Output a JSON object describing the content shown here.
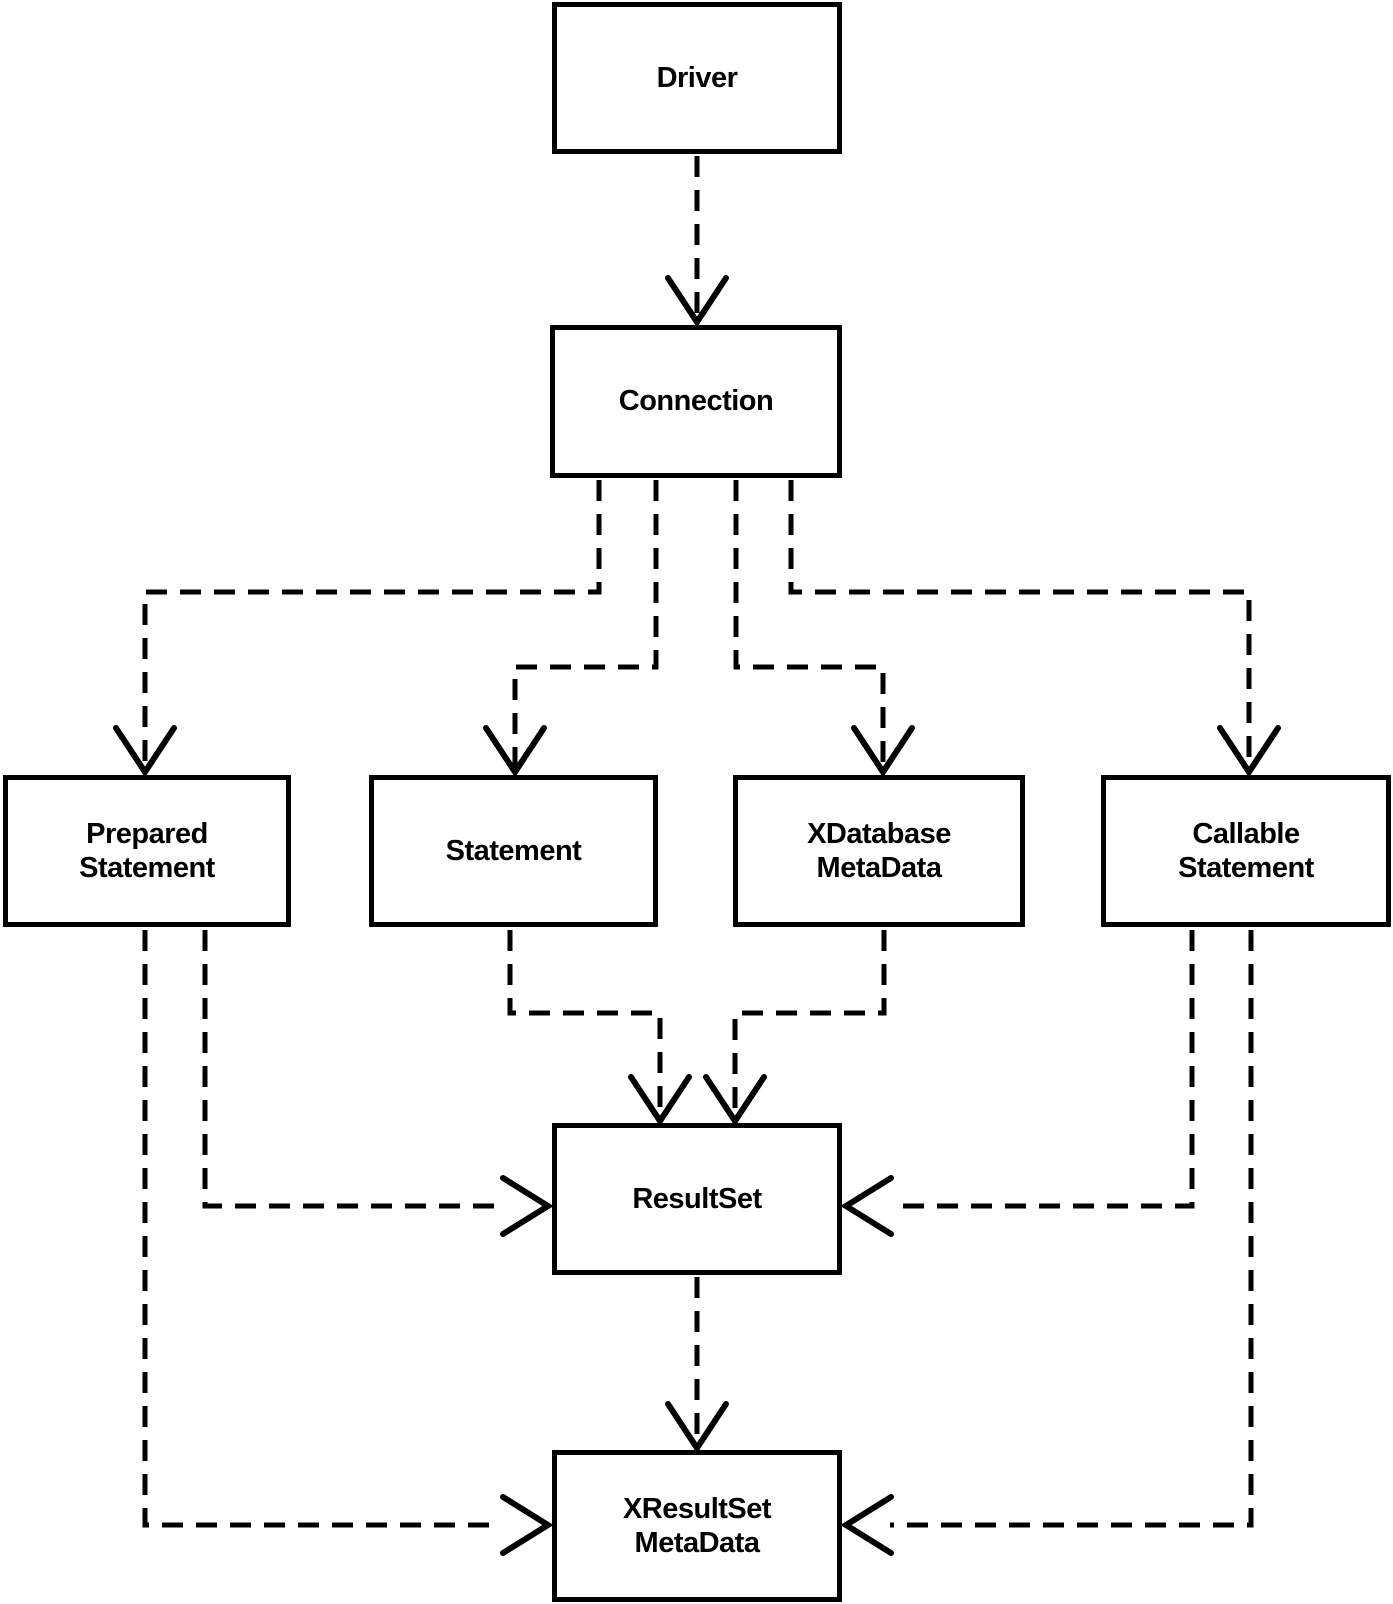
{
  "diagram": {
    "type": "class-relationship-diagram",
    "style": {
      "edge_style": "dashed",
      "arrow_style": "open-chevron",
      "line_color": "#000000",
      "box_border_color": "#000000",
      "box_fill_color": "#ffffff",
      "text_color": "#000000",
      "background_color": "#ffffff"
    },
    "nodes": {
      "driver": {
        "lines": [
          "Driver"
        ]
      },
      "connection": {
        "lines": [
          "Connection"
        ]
      },
      "prepared_statement": {
        "lines": [
          "Prepared",
          "Statement"
        ]
      },
      "statement": {
        "lines": [
          "Statement"
        ]
      },
      "xdatabase_metadata": {
        "lines": [
          "XDatabase",
          "MetaData"
        ]
      },
      "callable_statement": {
        "lines": [
          "Callable",
          "Statement"
        ]
      },
      "resultset": {
        "lines": [
          "ResultSet"
        ]
      },
      "xresultset_metadata": {
        "lines": [
          "XResultSet",
          "MetaData"
        ]
      }
    },
    "edges": [
      {
        "from": "driver",
        "to": "connection",
        "style": "dashed",
        "arrow_at": "to",
        "arrow_enters": "top"
      },
      {
        "from": "connection",
        "to": "prepared_statement",
        "style": "dashed",
        "arrow_at": "to",
        "arrow_enters": "top"
      },
      {
        "from": "connection",
        "to": "statement",
        "style": "dashed",
        "arrow_at": "to",
        "arrow_enters": "top"
      },
      {
        "from": "connection",
        "to": "xdatabase_metadata",
        "style": "dashed",
        "arrow_at": "to",
        "arrow_enters": "top"
      },
      {
        "from": "connection",
        "to": "callable_statement",
        "style": "dashed",
        "arrow_at": "to",
        "arrow_enters": "top"
      },
      {
        "from": "statement",
        "to": "resultset",
        "style": "dashed",
        "arrow_at": "to",
        "arrow_enters": "top"
      },
      {
        "from": "xdatabase_metadata",
        "to": "resultset",
        "style": "dashed",
        "arrow_at": "to",
        "arrow_enters": "top"
      },
      {
        "from": "prepared_statement",
        "to": "resultset",
        "style": "dashed",
        "arrow_at": "to",
        "arrow_enters": "left"
      },
      {
        "from": "callable_statement",
        "to": "resultset",
        "style": "dashed",
        "arrow_at": "to",
        "arrow_enters": "right"
      },
      {
        "from": "resultset",
        "to": "xresultset_metadata",
        "style": "dashed",
        "arrow_at": "to",
        "arrow_enters": "top"
      },
      {
        "from": "prepared_statement",
        "to": "xresultset_metadata",
        "style": "dashed",
        "arrow_at": "to",
        "arrow_enters": "left"
      },
      {
        "from": "callable_statement",
        "to": "xresultset_metadata",
        "style": "dashed",
        "arrow_at": "to",
        "arrow_enters": "right"
      }
    ]
  }
}
